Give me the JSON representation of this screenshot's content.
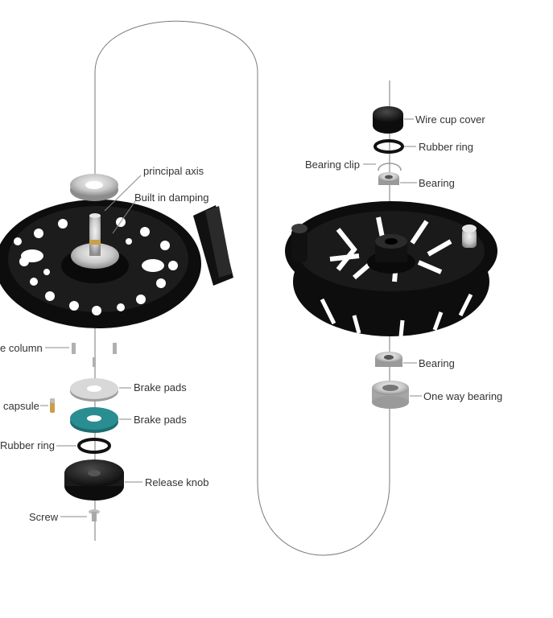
{
  "colors": {
    "background": "#ffffff",
    "label_text": "#333333",
    "leader_line": "#888888",
    "spool_black": "#0d0d0d",
    "silver": "#c9c9c9",
    "teal_pad": "#2a8d92",
    "brass": "#c8a04a"
  },
  "icons": [
    "fishing-reel-frame",
    "reel-spool",
    "bearing",
    "one-way-bearing",
    "washer",
    "brake-pad",
    "rubber-ring",
    "release-knob",
    "screw",
    "pin",
    "capsule",
    "wire-cup-cover",
    "bearing-clip"
  ],
  "labels": {
    "principal_axis": "principal axis",
    "built_in_damping": "Built in damping",
    "column": "e column",
    "brake_pads_1": "Brake pads",
    "capsule": "capsule",
    "brake_pads_2": "Brake pads",
    "rubber_ring_left": "Rubber ring",
    "release_knob": "Release knob",
    "screw": "Screw",
    "wire_cup_cover": "Wire cup cover",
    "rubber_ring_right": "Rubber ring",
    "bearing_clip": "Bearing clip",
    "bearing_top": "Bearing",
    "bearing_bottom": "Bearing",
    "one_way_bearing": "One way bearing"
  }
}
